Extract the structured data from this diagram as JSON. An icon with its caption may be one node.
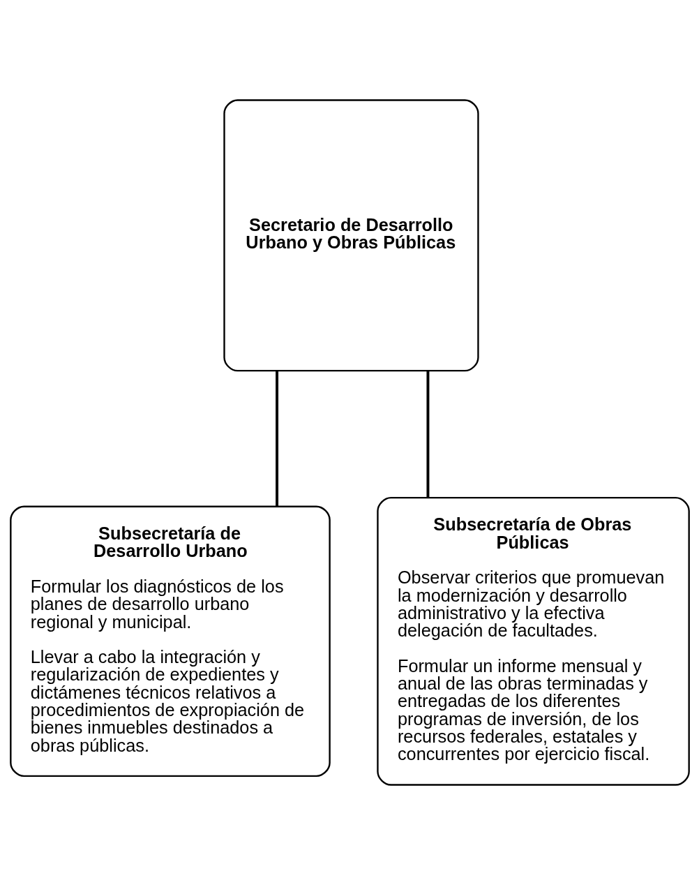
{
  "diagram": {
    "nodes": [
      {
        "text": [
          "Secretario de Desarrollo Urbano y Obras Públicas"
        ]
      },
      {
        "text": [
          "Subsecretaría de Desarrollo Urbano",
          "Formular los diagnósticos de los planes de desarrollo urbano regional y municipal.",
          "Llevar a cabo la integración y regularización de expedientes y dictámenes técnicos relativos a procedimientos de expropiación de bienes inmuebles destinados a obras públicas."
        ]
      },
      {
        "text": [
          "Subsecretaría de Obras Públicas",
          "Observar criterios que promuevan la modernización y desarrollo administrativo y la efectiva delegación de facultades.",
          "Formular un informe mensual y anual de las obras terminadas y entregadas de los diferentes programas de inversión, de los recursos federales, estatales y concurrentes por ejercicio fiscal."
        ]
      }
    ],
    "edges": [
      {
        "from": 0,
        "to": 1,
        "arrow": "none"
      },
      {
        "from": 0,
        "to": 2,
        "arrow": "none"
      }
    ]
  }
}
